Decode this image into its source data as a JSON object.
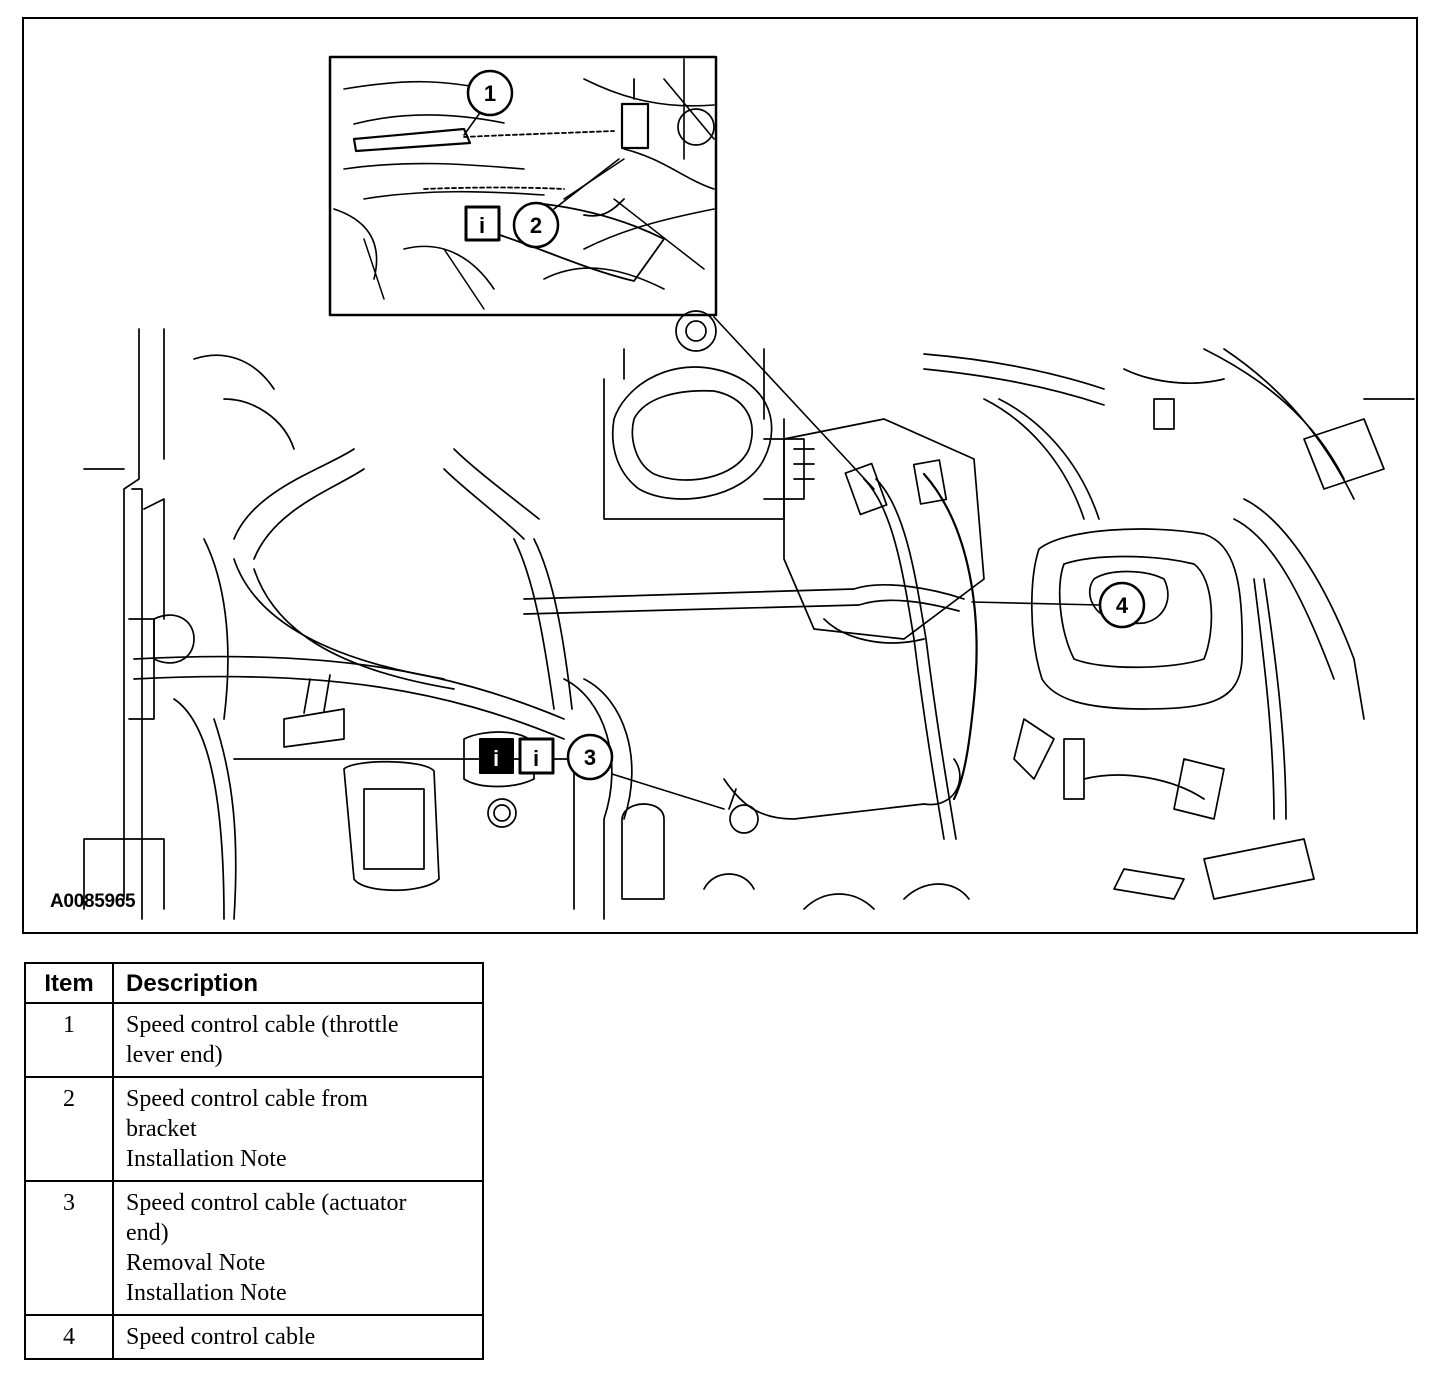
{
  "figure": {
    "id": "A0085965",
    "callouts": [
      "1",
      "2",
      "3",
      "4"
    ],
    "info_icon_glyph": "i",
    "info_icons": [
      "info-icon",
      "info-icon-inverted"
    ]
  },
  "legend": {
    "headers": {
      "item": "Item",
      "description": "Description"
    },
    "rows": [
      {
        "item": "1",
        "lines": [
          "Speed control cable (throttle",
          "lever end)"
        ]
      },
      {
        "item": "2",
        "lines": [
          "Speed control cable from",
          "bracket",
          "Installation Note"
        ]
      },
      {
        "item": "3",
        "lines": [
          "Speed control cable (actuator",
          "end)",
          "Removal Note",
          "Installation Note"
        ]
      },
      {
        "item": "4",
        "lines": [
          "Speed control cable"
        ]
      }
    ]
  }
}
